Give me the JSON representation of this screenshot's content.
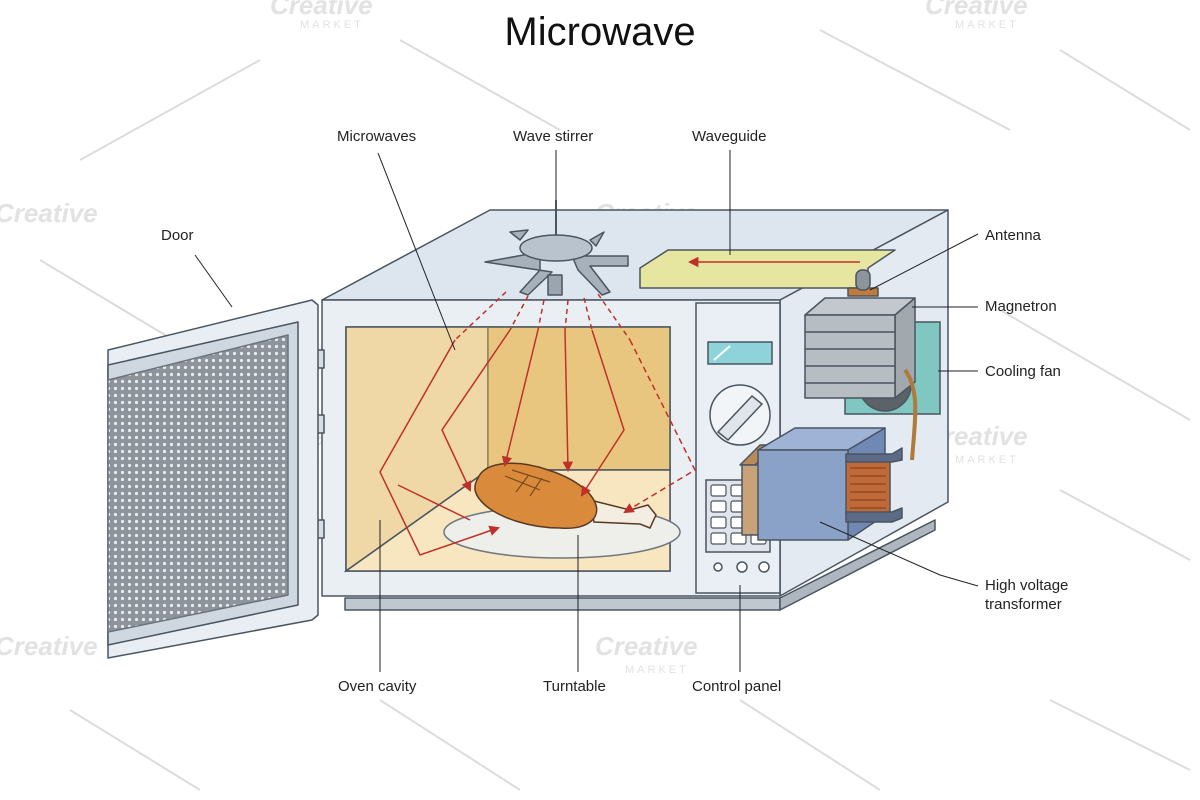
{
  "title": "Microwave",
  "labels": {
    "door": "Door",
    "microwaves": "Microwaves",
    "wave_stirrer": "Wave stirrer",
    "waveguide": "Waveguide",
    "antenna": "Antenna",
    "magnetron": "Magnetron",
    "cooling_fan": "Cooling fan",
    "hv_transformer_line1": "High voltage",
    "hv_transformer_line2": "transformer",
    "oven_cavity": "Oven cavity",
    "turntable": "Turntable",
    "control_panel": "Control panel"
  },
  "watermark": {
    "brand": "Creative",
    "sub": "MARKET"
  },
  "colors": {
    "body": "#e8eef5",
    "outline": "#4a5560",
    "cavity_light": "#f5e3b8",
    "cavity_dark": "#e8c98a",
    "waveguide": "#e6e6a0",
    "wave_arrow": "#c0302a",
    "transformer": "#8aa2c8",
    "fan": "#7fc7c0",
    "coil": "#c06a3a",
    "chicken": "#d98a3a"
  }
}
